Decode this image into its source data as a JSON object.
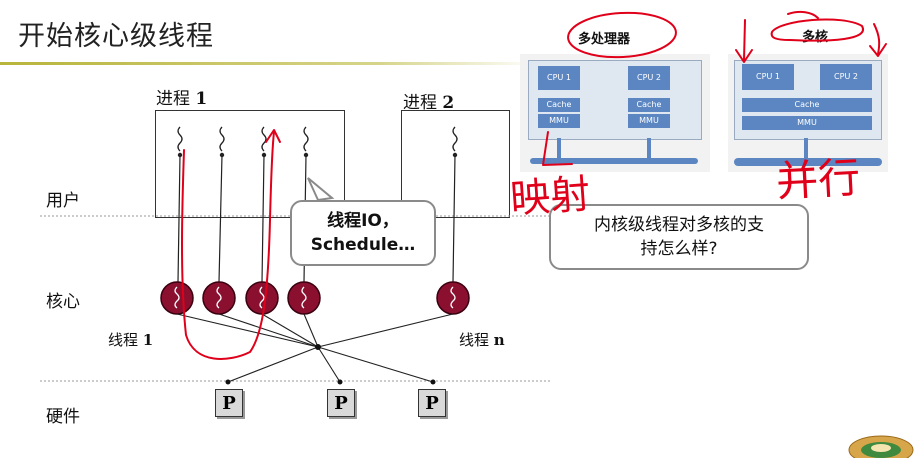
{
  "title": "开始核心级线程",
  "layers": {
    "user": "用户",
    "kernel": "核心",
    "hardware": "硬件"
  },
  "process1": {
    "label_text": "进程",
    "label_num": "1"
  },
  "process2": {
    "label_text": "进程",
    "label_num": "2"
  },
  "thread1": {
    "label_text": "线程",
    "label_num": "1"
  },
  "threadn": {
    "label_text": "线程",
    "label_num": "n"
  },
  "bubble_io": {
    "line1": "线程IO，",
    "line2": "Schedule…"
  },
  "bubble_question": {
    "line1": "内核级线程对多核的支",
    "line2": "持怎么样?"
  },
  "processor_label": "P",
  "multiprocessor": {
    "label": "多处理器",
    "cpu1": "CPU 1",
    "cpu2": "CPU 2",
    "cache": "Cache",
    "mmu": "MMU"
  },
  "multicore": {
    "label": "多核",
    "cpu1": "CPU 1",
    "cpu2": "CPU 2",
    "cache": "Cache",
    "mmu": "MMU"
  },
  "handwriting": {
    "mapping": "映射",
    "parallel": "并行"
  },
  "colors": {
    "accent_rule": "#b7b53a",
    "thread_ball": "#8b1030",
    "ink": "#e0001a",
    "chip": "#5b86c2"
  }
}
